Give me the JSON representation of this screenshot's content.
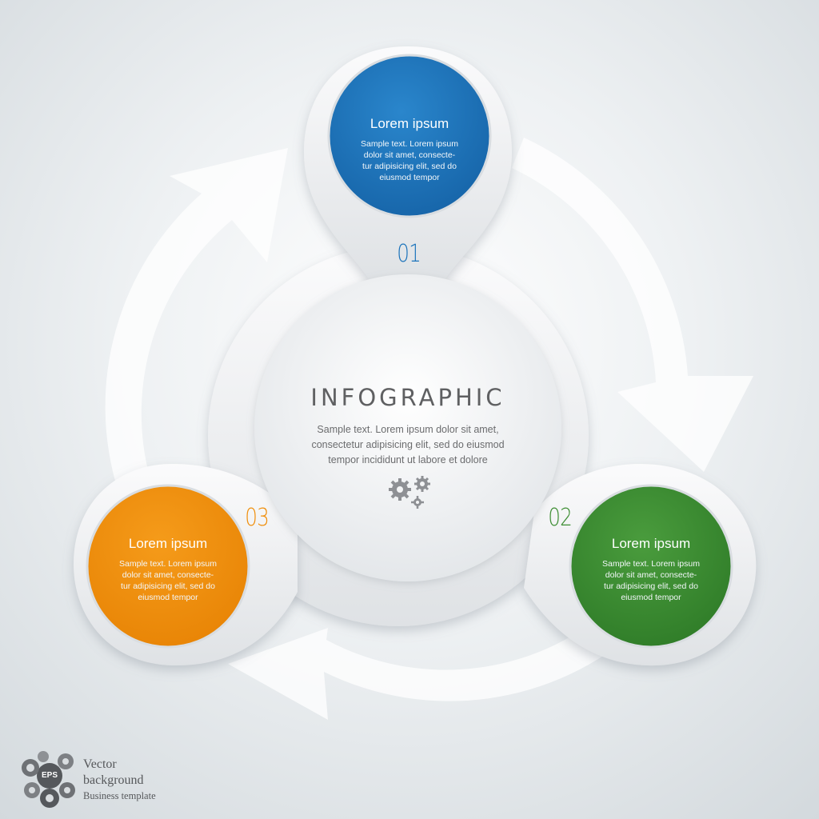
{
  "colors": {
    "step1": "#1b73bb",
    "step2": "#3c8d32",
    "step3": "#f08f0c",
    "center_text": "#5f6062"
  },
  "center": {
    "title": "INFOGRAPHIC",
    "body": "Sample text. Lorem ipsum dolor sit amet,\nconsectetur adipisicing elit, sed do eiusmod\ntempor incididunt ut labore et dolore",
    "icon": "gears-icon"
  },
  "steps": [
    {
      "number": "01",
      "title": "Lorem ipsum",
      "body": "Sample text. Lorem ipsum\ndolor sit amet, consecte-\ntur adipisicing elit, sed do\neiusmod tempor"
    },
    {
      "number": "02",
      "title": "Lorem ipsum",
      "body": "Sample text. Lorem ipsum\ndolor sit amet, consecte-\ntur adipisicing elit, sed do\neiusmod tempor"
    },
    {
      "number": "03",
      "title": "Lorem ipsum",
      "body": "Sample text. Lorem ipsum\ndolor sit amet, consecte-\ntur adipisicing elit, sed do\neiusmod tempor"
    }
  ],
  "footer": {
    "badge": "EPS",
    "line1": "Vector",
    "line2": "background",
    "line3": "Business template"
  }
}
